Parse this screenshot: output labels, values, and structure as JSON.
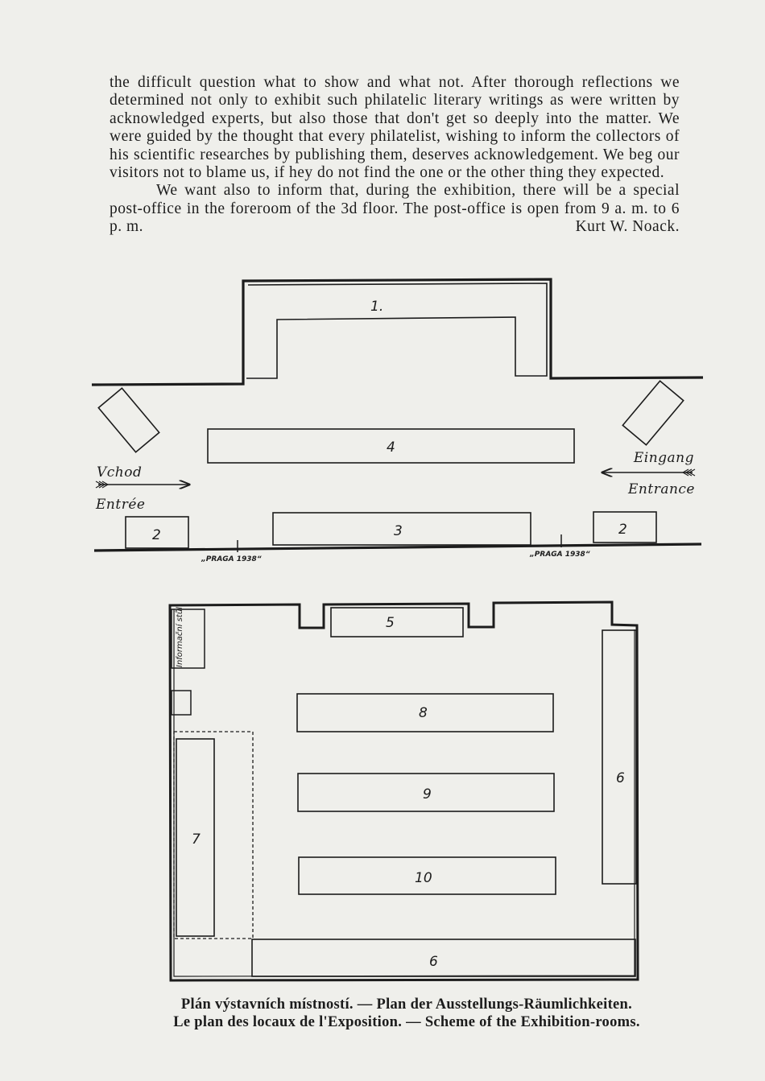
{
  "text": {
    "paragraph1": "the difficult question what to show and what not. After thorough reflections we determined not only to exhibit such philatelic literary writings as were written by acknowledged experts, but also those that don't get so deeply into the matter. We were guided by the thought that every philatelist, wishing to inform the collectors of his scientific researches by publishing them, deserves acknowledgement. We beg our visitors not to blame us, if hey do not find the one or the other thing they expected.",
    "paragraph2": "We want also to inform that, during the exhibition, there will be a special post-office in the foreroom of the 3d floor. The post-office is open from 9 a. m. to 6 p. m.",
    "signature": "Kurt W. Noack."
  },
  "plan": {
    "upper": {
      "room_1": "1.",
      "table_4": "4",
      "table_3": "3",
      "table_2_left": "2",
      "table_2_right": "2",
      "entry_left_cz": "Vchod",
      "entry_left_fr": "Entrée",
      "entry_right_de": "Eingang",
      "entry_right_en": "Entrance",
      "praga_left": "„PRAGA 1938“",
      "praga_right": "„PRAGA 1938“"
    },
    "lower": {
      "info_desk": "Informační stůl",
      "table_5": "5",
      "table_6_right": "6",
      "table_6_bottom": "6",
      "table_7": "7",
      "table_8": "8",
      "table_9": "9",
      "table_10": "10"
    }
  },
  "caption": {
    "line1": "Plán výstavních místností. — Plan der Ausstellungs-Räumlichkeiten.",
    "line2": "Le plan des locaux de l'Exposition. — Scheme of the Exhibition-rooms."
  }
}
